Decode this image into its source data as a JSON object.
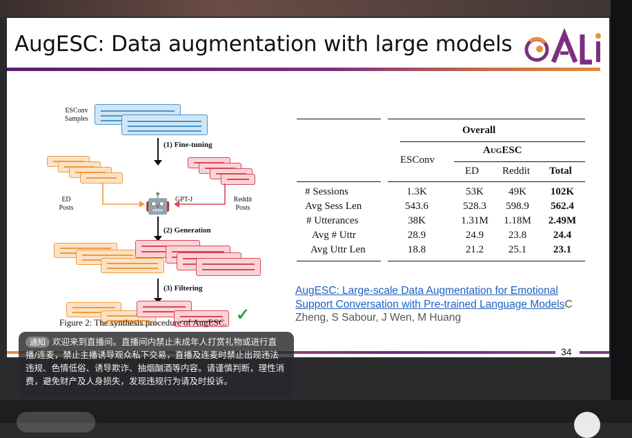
{
  "slide": {
    "title": "AugESC: Data augmentation with large models",
    "page_number": "34"
  },
  "diagram": {
    "esconv_label": "ESConv\nSamples",
    "ed_label": "ED\nPosts",
    "reddit_label": "Reddit\nPosts",
    "model_label": "GPT-J",
    "step1": "(1) Fine-tuning",
    "step2": "(2) Generation",
    "step3": "(3) Filtering",
    "caption": "Figure 2: The synthesis procedure of AugESC.",
    "robot_icon": "🤖",
    "check_icon": "✓"
  },
  "table": {
    "group_header": "Overall",
    "sub_header": "AugESC",
    "col_esconv": "ESConv",
    "columns": [
      "ED",
      "Reddit",
      "Total"
    ],
    "rows": [
      {
        "label": "# Sessions",
        "values": [
          "1.3K",
          "53K",
          "49K",
          "102K"
        ]
      },
      {
        "label": "Avg Sess Len",
        "values": [
          "543.6",
          "528.3",
          "598.9",
          "562.4"
        ]
      },
      {
        "label": "# Utterances",
        "values": [
          "38K",
          "1.31M",
          "1.18M",
          "2.49M"
        ]
      },
      {
        "label": "Avg # Uttr",
        "values": [
          "28.9",
          "24.9",
          "23.8",
          "24.4"
        ]
      },
      {
        "label": "Avg Uttr Len",
        "values": [
          "18.8",
          "21.2",
          "25.1",
          "23.1"
        ]
      }
    ]
  },
  "reference": {
    "link_text": "AugESC: Large-scale Data Augmentation for Emotional Support Conversation with Pre-trained Language Models",
    "authors": "C Zheng, S Sabour, J Wen, M Huang"
  },
  "notice": {
    "tag": "通知",
    "text": "欢迎来到直播间。直播间内禁止未成年人打赏礼物或进行直播/连麦，禁止主播诱导观众私下交易，直播及连麦时禁止出现违法违规、色情低俗、诱导欺诈、抽烟酗酒等内容。请谨慎判断，理性消费，避免财产及人身损失，发现违规行为请及时投诉。"
  },
  "colors": {
    "accent_purple": "#6b2a78",
    "accent_orange": "#e8913d",
    "link_blue": "#1f5fbf"
  }
}
